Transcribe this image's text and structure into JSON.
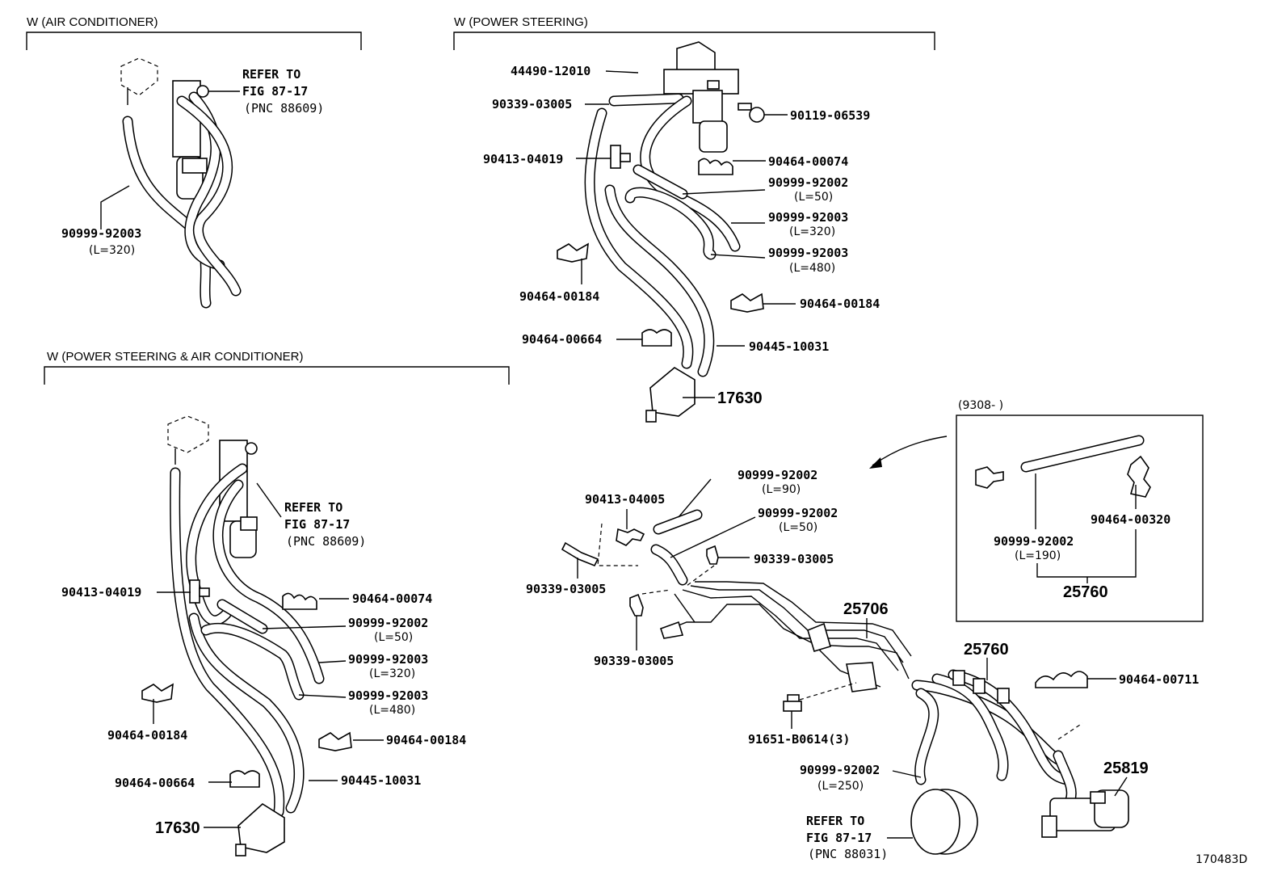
{
  "sections": {
    "ac": "W (AIR CONDITIONER)",
    "ps": "W (POWER STEERING)",
    "psac": "W (POWER STEERING & AIR CONDITIONER)",
    "inset": "(9308-        )"
  },
  "ac": {
    "refer1": "REFER TO",
    "refer2": "FIG 87-17",
    "refer3": "(PNC 88609)",
    "hose": "90999-92003",
    "hose_len": "(L=320)"
  },
  "ps": {
    "p1": "44490-12010",
    "p2": "90339-03005",
    "p3": "90413-04019",
    "p4": "90119-06539",
    "p5": "90464-00074",
    "p6": "90999-92002",
    "p6_len": "(L=50)",
    "p7": "90999-92003",
    "p7_len": "(L=320)",
    "p8": "90999-92003",
    "p8_len": "(L=480)",
    "p9": "90464-00184",
    "p10": "90464-00184",
    "p11": "90464-00664",
    "p12": "90445-10031",
    "p13": "17630"
  },
  "psac": {
    "refer1": "REFER TO",
    "refer2": "FIG 87-17",
    "refer3": "(PNC 88609)",
    "p1": "90413-04019",
    "p2": "90464-00074",
    "p3": "90999-92002",
    "p3_len": "(L=50)",
    "p4": "90999-92003",
    "p4_len": "(L=320)",
    "p5": "90999-92003",
    "p5_len": "(L=480)",
    "p6": "90464-00184",
    "p7": "90464-00184",
    "p8": "90464-00664",
    "p9": "90445-10031",
    "p10": "17630"
  },
  "main": {
    "p1": "90999-92002",
    "p1_len": "(L=90)",
    "p2": "90413-04005",
    "p3": "90999-92002",
    "p3_len": "(L=50)",
    "p4": "90339-03005",
    "p5": "90339-03005",
    "p6": "90339-03005",
    "p7": "25706",
    "p8": "25760",
    "p9": "90464-00711",
    "p10": "91651-B0614(3)",
    "p11": "90999-92002",
    "p11_len": "(L=250)",
    "p12": "25819",
    "refer1": "REFER TO",
    "refer2": "FIG 87-17",
    "refer3": "(PNC 88031)"
  },
  "inset": {
    "p1": "90999-92002",
    "p1_len": "(L=190)",
    "p2": "90464-00320",
    "p3": "25760"
  },
  "figure_id": "170483D"
}
